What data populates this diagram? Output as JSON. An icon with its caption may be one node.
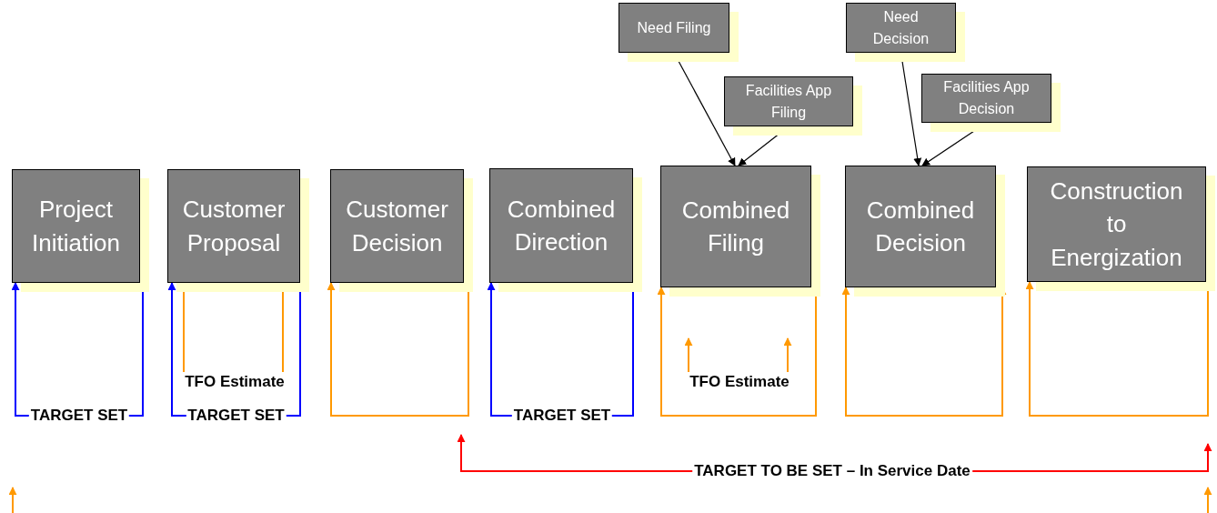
{
  "diagram": {
    "nodes": [
      {
        "text": [
          "Need Filing"
        ]
      },
      {
        "text": [
          "Facilities App Filing"
        ]
      },
      {
        "text": [
          "Need Decision"
        ]
      },
      {
        "text": [
          "Facilities App Decision"
        ]
      },
      {
        "text": [
          "Project Initiation"
        ]
      },
      {
        "text": [
          "Customer Proposal"
        ]
      },
      {
        "text": [
          "Customer Decision"
        ]
      },
      {
        "text": [
          "Combined Direction"
        ]
      },
      {
        "text": [
          "Combined Filing"
        ]
      },
      {
        "text": [
          "Combined Decision"
        ]
      },
      {
        "text": [
          "Construction to Energization"
        ]
      },
      {
        "text": [
          "TFO Estimate"
        ]
      },
      {
        "text": [
          "TFO Estimate"
        ]
      }
    ],
    "edges": [
      {
        "from": 0,
        "to": 8,
        "arrow": "to",
        "color": "#000000"
      },
      {
        "from": 1,
        "to": 8,
        "arrow": "to",
        "color": "#000000"
      },
      {
        "from": 2,
        "to": 9,
        "arrow": "to",
        "color": "#000000"
      },
      {
        "from": 3,
        "to": 9,
        "arrow": "to",
        "color": "#000000"
      },
      {
        "from": 4,
        "to": 4,
        "arrow": "both",
        "label": "TARGET SET",
        "color": "#0000ff"
      },
      {
        "from": 5,
        "to": 5,
        "arrow": "both",
        "label": "TARGET SET",
        "color": "#0000ff"
      },
      {
        "from": 11,
        "to": 5,
        "arrow": "to"
      },
      {
        "from": 11,
        "to": 5,
        "arrow": "to"
      },
      {
        "from": 6,
        "to": 6,
        "arrow": "both"
      },
      {
        "from": 7,
        "to": 7,
        "arrow": "both",
        "label": "TARGET SET",
        "color": "#0000ff"
      },
      {
        "from": 8,
        "to": 8,
        "arrow": "both"
      },
      {
        "from": 12,
        "to": null,
        "arrow": "to"
      },
      {
        "from": 12,
        "to": null,
        "arrow": "to"
      },
      {
        "from": 9,
        "to": 9,
        "arrow": "both"
      },
      {
        "from": 10,
        "to": 10,
        "arrow": "both"
      }
    ],
    "labels": [
      "TARGET TO BE SET – In Service Date"
    ]
  }
}
